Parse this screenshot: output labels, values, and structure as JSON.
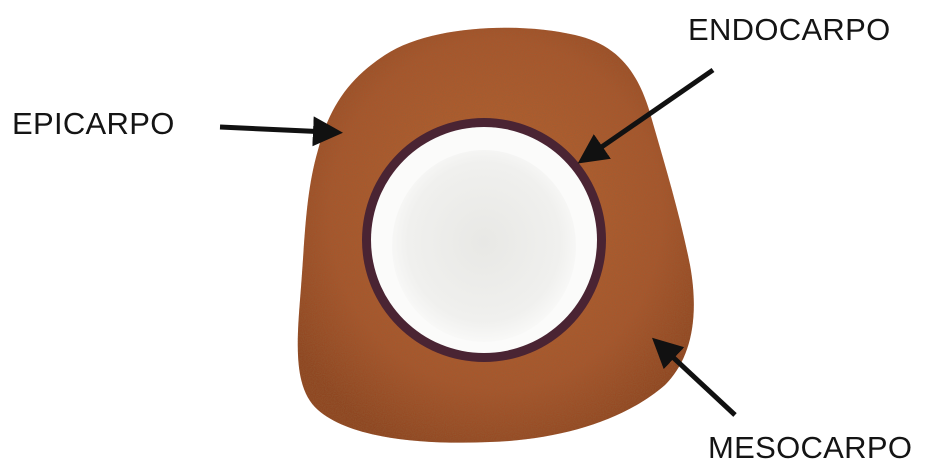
{
  "labels": {
    "epicarpo": "EPICARPO",
    "endocarpo": "ENDOCARPO",
    "mesocarpo": "MESOCARPO"
  },
  "colors": {
    "husk": "#a8552b",
    "husk_dark": "#7a3a17",
    "shell_ring": "#4a2433",
    "meat": "#f4f4f2",
    "arrow": "#111111"
  }
}
